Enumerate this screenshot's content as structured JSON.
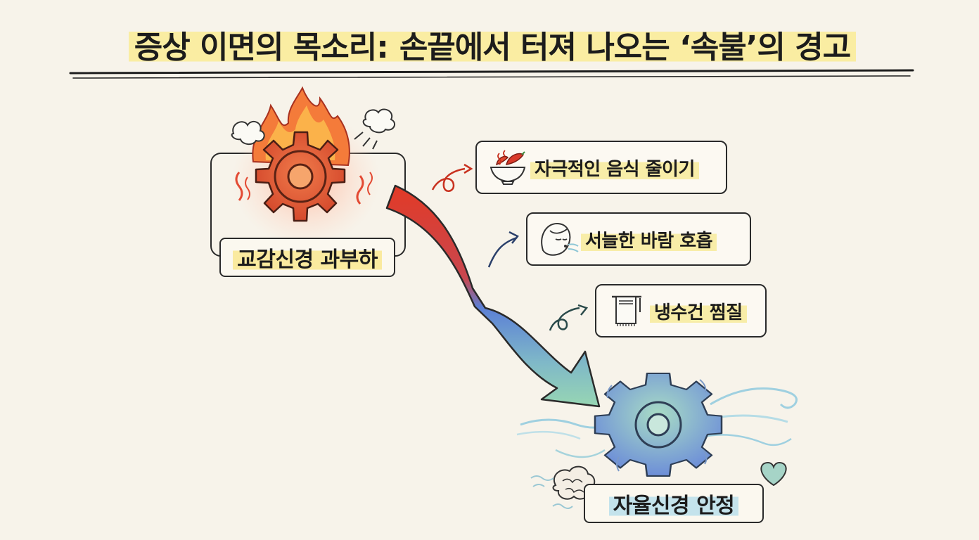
{
  "title": {
    "part1": "증상 이면의 목소리:",
    "part2": "손끝에서 터져 나오는 ‘속불’의 경고"
  },
  "nodes": {
    "start": {
      "label": "교감신경 과부하",
      "icon": "burning-gear-icon"
    },
    "end": {
      "label": "자율신경 안정",
      "icon": "calm-gear-icon"
    }
  },
  "remedies": [
    {
      "label": "자극적인 음식 줄이기",
      "icon": "spicy-bowl-icon"
    },
    {
      "label": "서늘한 바람 호흡",
      "icon": "breathing-face-icon"
    },
    {
      "label": "냉수건 찜질",
      "icon": "towel-icon"
    }
  ],
  "colors": {
    "hot": "#e8472d",
    "cool": "#5b86d6",
    "calm": "#8fd3b5",
    "highlight": "#faec96",
    "background": "#f7f3ea"
  }
}
